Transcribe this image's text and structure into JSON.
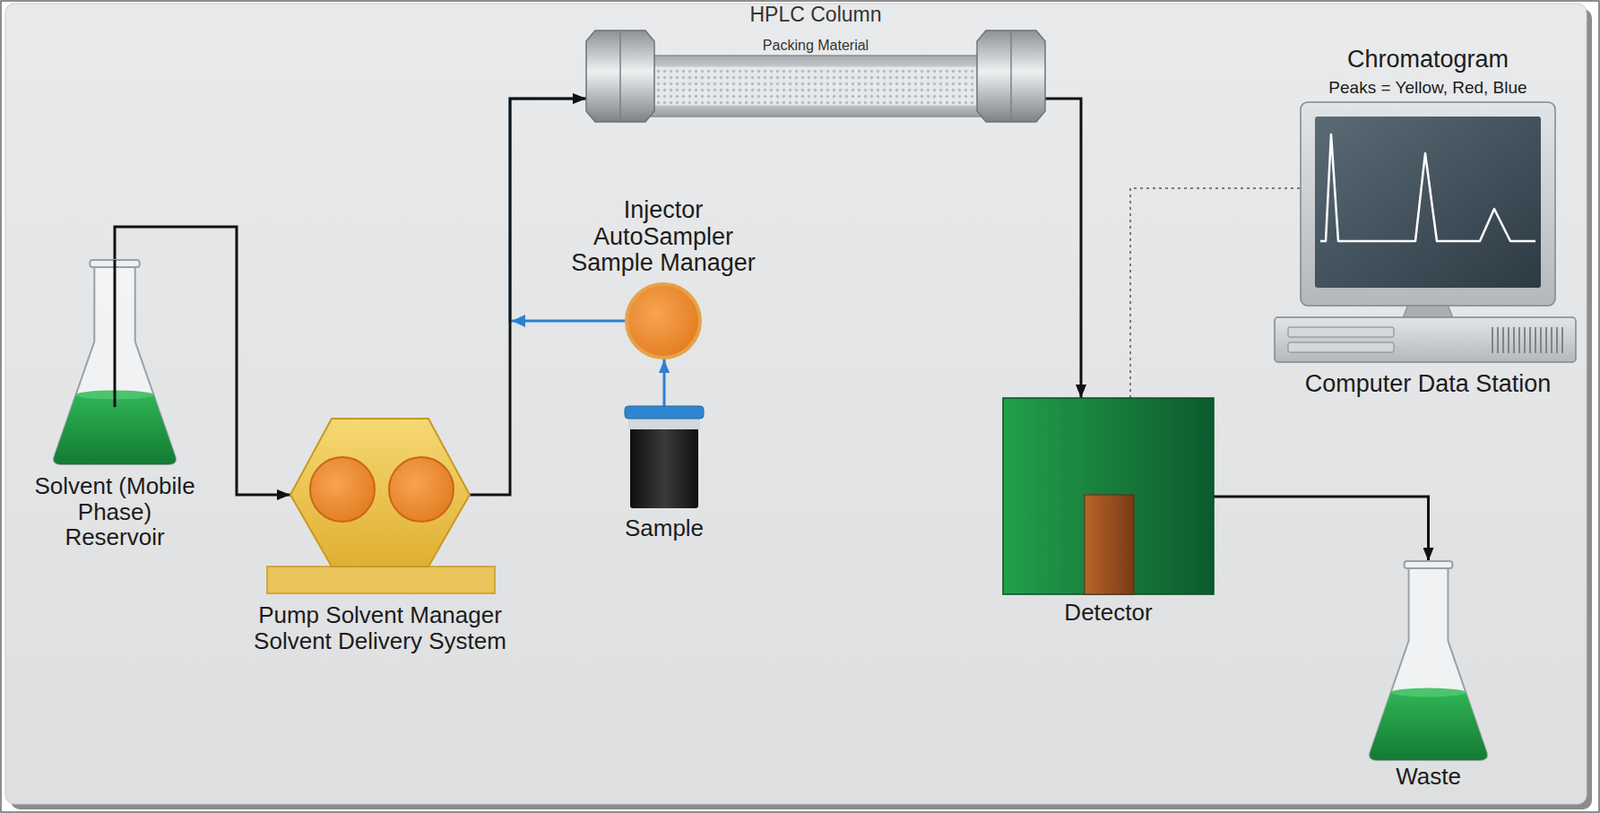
{
  "diagram": {
    "nodes": [
      {
        "text": [
          "HPLC Column",
          "Packing Material"
        ]
      },
      {
        "text": [
          "Injector AutoSampler Sample Manager"
        ]
      },
      {
        "text": [
          "Chromatogram",
          "Peaks = Yellow, Red, Blue",
          "Computer Data Station"
        ]
      },
      {
        "text": [
          "Solvent (Mobile Phase) Reservoir"
        ]
      },
      {
        "text": [
          "Pump Solvent Manager Solvent Delivery System"
        ]
      },
      {
        "text": [
          "Sample"
        ]
      },
      {
        "text": [
          "Detector"
        ]
      },
      {
        "text": [
          "Waste"
        ]
      }
    ],
    "edges": [
      {
        "from": 3,
        "to": 4,
        "arrow": "to"
      },
      {
        "from": 4,
        "to": 0,
        "arrow": "to"
      },
      {
        "from": 5,
        "to": 1,
        "arrow": "to"
      },
      {
        "from": 1,
        "to": 0,
        "arrow": "to"
      },
      {
        "from": 0,
        "to": 6,
        "arrow": "to"
      },
      {
        "from": 6,
        "to": 7,
        "arrow": "to"
      },
      {
        "from": 6,
        "to": 2,
        "arrow": "none"
      }
    ]
  }
}
